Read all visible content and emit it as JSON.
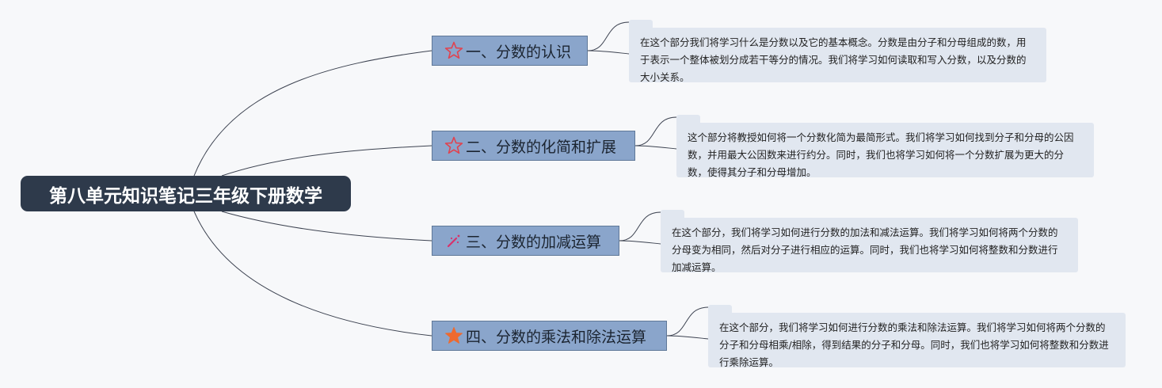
{
  "central_topic": "第八单元知识笔记三年级下册数学",
  "branches": [
    {
      "label": "一、分数的认识",
      "icon": "star-outline-icon",
      "icon_color": "#e0434f",
      "note": "在这个部分我们将学习什么是分数以及它的基本概念。分数是由分子和分母组成的数，用于表示一个整体被划分成若干等分的情况。我们将学习如何读取和写入分数，以及分数的大小关系。"
    },
    {
      "label": "二、分数的化简和扩展",
      "icon": "star-outline-icon",
      "icon_color": "#e0434f",
      "note": "这个部分将教授如何将一个分数化简为最简形式。我们将学习如何找到分子和分母的公因数，并用最大公因数来进行约分。同时，我们也将学习如何将一个分数扩展为更大的分数，使得其分子和分母增加。"
    },
    {
      "label": "三、分数的加减运算",
      "icon": "magic-wand-icon",
      "icon_color": "#d6336c",
      "note": "在这个部分，我们将学习如何进行分数的加法和减法运算。我们将学习如何将两个分数的分母变为相同，然后对分子进行相应的运算。同时，我们也将学习如何将整数和分数进行加减运算。"
    },
    {
      "label": "四、分数的乘法和除法运算",
      "icon": "star-filled-icon",
      "icon_color": "#ee6a2f",
      "note": "在这个部分，我们将学习如何进行分数的乘法和除法运算。我们将学习如何将两个分数的分子和分母相乘/相除，得到结果的分子和分母。同时，我们也将学习如何将整数和分数进行乘除运算。"
    }
  ],
  "colors": {
    "central_bg": "#2e3a4b",
    "branch_bg": "#8aa5cb",
    "note_bg": "#e1e7f0",
    "connector": "#3c4250"
  }
}
